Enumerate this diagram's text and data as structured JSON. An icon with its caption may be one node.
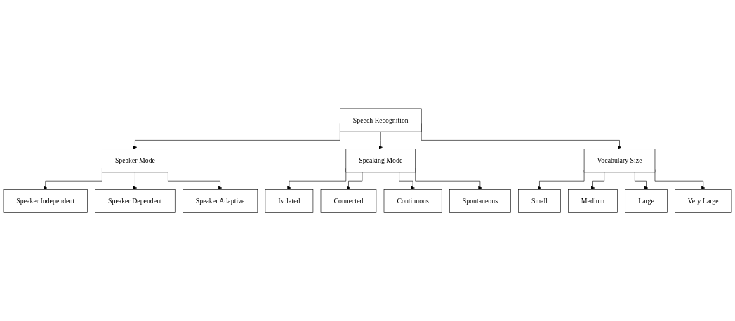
{
  "diagram": {
    "nodes": [
      {
        "text": [
          "Speech Recognition"
        ]
      },
      {
        "text": [
          "Speaker Mode"
        ]
      },
      {
        "text": [
          "Speaking Mode"
        ]
      },
      {
        "text": [
          "Vocabulary Size"
        ]
      },
      {
        "text": [
          "Speaker Independent"
        ]
      },
      {
        "text": [
          "Speaker Dependent"
        ]
      },
      {
        "text": [
          "Speaker Adaptive"
        ]
      },
      {
        "text": [
          "Isolated"
        ]
      },
      {
        "text": [
          "Connected"
        ]
      },
      {
        "text": [
          "Continuous"
        ]
      },
      {
        "text": [
          "Spontaneous"
        ]
      },
      {
        "text": [
          "Small"
        ]
      },
      {
        "text": [
          "Medium"
        ]
      },
      {
        "text": [
          "Large"
        ]
      },
      {
        "text": [
          "Very Large"
        ]
      }
    ],
    "edges": [
      {
        "from": 0,
        "to": 1,
        "arrow": "to"
      },
      {
        "from": 0,
        "to": 2,
        "arrow": "to"
      },
      {
        "from": 0,
        "to": 3,
        "arrow": "to"
      },
      {
        "from": 1,
        "to": 4,
        "arrow": "to"
      },
      {
        "from": 1,
        "to": 5,
        "arrow": "to"
      },
      {
        "from": 1,
        "to": 6,
        "arrow": "to"
      },
      {
        "from": 2,
        "to": 7,
        "arrow": "to"
      },
      {
        "from": 2,
        "to": 8,
        "arrow": "to"
      },
      {
        "from": 2,
        "to": 9,
        "arrow": "to"
      },
      {
        "from": 2,
        "to": 10,
        "arrow": "to"
      },
      {
        "from": 3,
        "to": 11,
        "arrow": "to"
      },
      {
        "from": 3,
        "to": 12,
        "arrow": "to"
      },
      {
        "from": 3,
        "to": 13,
        "arrow": "to"
      },
      {
        "from": 3,
        "to": 14,
        "arrow": "to"
      }
    ]
  }
}
